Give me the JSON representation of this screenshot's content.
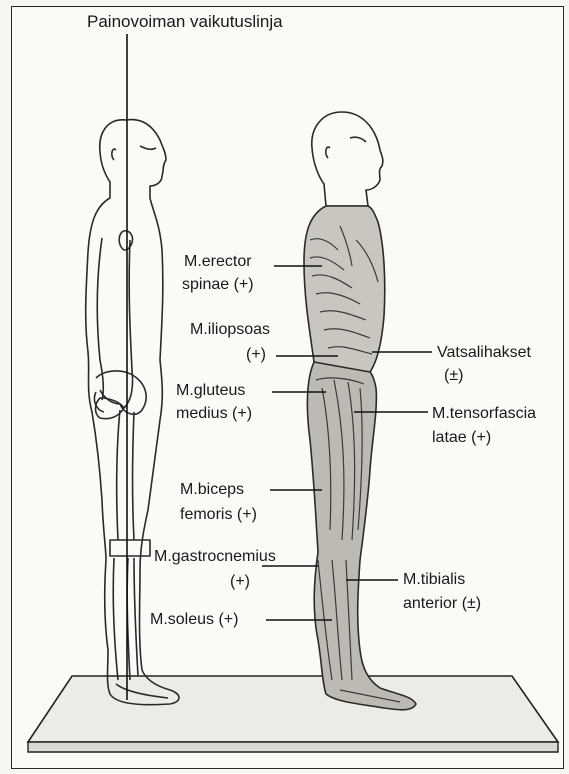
{
  "title": "Painovoiman vaikutuslinja",
  "labels": {
    "erector_1": "M.erector",
    "erector_2": "spinae (+)",
    "iliopsoas_1": "M.iliopsoas",
    "iliopsoas_2": "(+)",
    "gluteus_1": "M.gluteus",
    "gluteus_2": "medius (+)",
    "biceps_1": "M.biceps",
    "biceps_2": "femoris (+)",
    "gastro_1": "M.gastrocnemius",
    "gastro_2": "(+)",
    "soleus": "M.soleus (+)",
    "vatsa_1": "Vatsalihakset",
    "vatsa_2": "(±)",
    "tensor_1": "M.tensorfascia",
    "tensor_2": "latae (+)",
    "tibialis_1": "M.tibialis",
    "tibialis_2": "anterior (±)"
  }
}
